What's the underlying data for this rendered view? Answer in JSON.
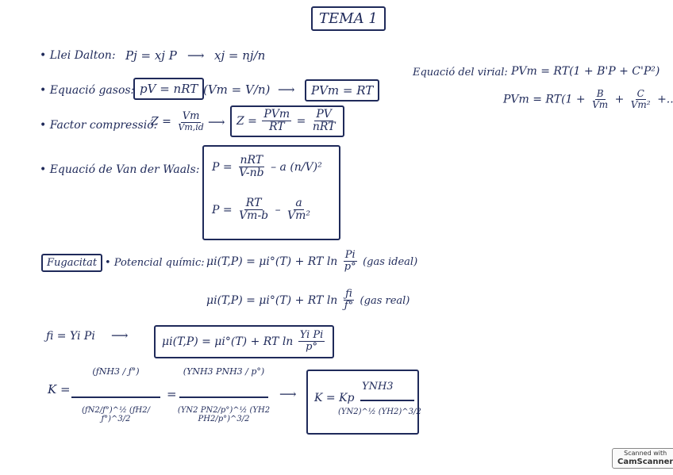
{
  "title": "TEMA 1",
  "dalton": {
    "label": "• Llei Dalton:",
    "eq1": "Pj = xj P",
    "arrow": "⟶",
    "eq2": "xj = nj/n"
  },
  "gasos": {
    "label": "• Equació gasos:",
    "boxed": "pV = nRT",
    "mid": "(Vm = V/n)",
    "arrow": "⟶",
    "boxed2": "PVm = RT"
  },
  "virial": {
    "label": "Equació del virial:",
    "eq1": "PVm = RT(1 + B'P + C'P²)",
    "eq2_lhs": "PVm = RT(1 +",
    "eq2_b_num": "B",
    "eq2_b_den": "Vm",
    "eq2_plus": "+",
    "eq2_c_num": "C",
    "eq2_c_den": "Vm²",
    "eq2_tail": "+...)"
  },
  "compress": {
    "label": "• Factor compressió:",
    "lhs": "Z =",
    "num": "Vm",
    "den": "Vm,id",
    "arrow": "⟶",
    "b_lhs": "Z =",
    "b_num1": "PVm",
    "b_den1": "RT",
    "b_eq": "=",
    "b_num2": "PV",
    "b_den2": "nRT"
  },
  "vdw": {
    "label": "• Equació de Van der Waals:",
    "p1": "P =",
    "n1": "nRT",
    "d1": "V-nb",
    "minus1": "– a",
    "paren": "(n/V)²",
    "p2": "P =",
    "n2": "RT",
    "d2": "Vm-b",
    "minus2": "–",
    "n3": "a",
    "d3": "Vm²"
  },
  "fug": {
    "label": "Fugacitat",
    "pq": "• Potencial químic:",
    "eq1_lhs": "μi(T,P) = μi°(T) + RT ln",
    "eq1_num": "Pi",
    "eq1_den": "p°",
    "eq1_note": "(gas ideal)",
    "eq2_lhs": "μi(T,P) = μi°(T) + RT ln",
    "eq2_num": "ƒi",
    "eq2_den": "ƒ°",
    "eq2_note": "(gas real)",
    "fi": "ƒi = Yi Pi",
    "arrow": "⟶",
    "eq3_lhs": "μi(T,P) = μi°(T) + RT ln",
    "eq3_num": "Yi Pi",
    "eq3_den": "p°"
  },
  "keq": {
    "k": "K =",
    "num1": "(ƒNH3 / ƒ°)",
    "den1": "(ƒN2/ƒ°)^½ (ƒH2/ƒ°)^3/2",
    "eq": "=",
    "num2": "(YNH3 PNH3 / p°)",
    "den2": "(YN2 PN2/p°)^½ (YH2 PH2/p°)^3/2",
    "arrow": "⟶",
    "b_lhs": "K = Kp",
    "b_num": "YNH3",
    "b_den": "(YN2)^½ (YH2)^3/2"
  },
  "scanner": {
    "line1": "Scanned with",
    "line2": "CamScanner"
  }
}
